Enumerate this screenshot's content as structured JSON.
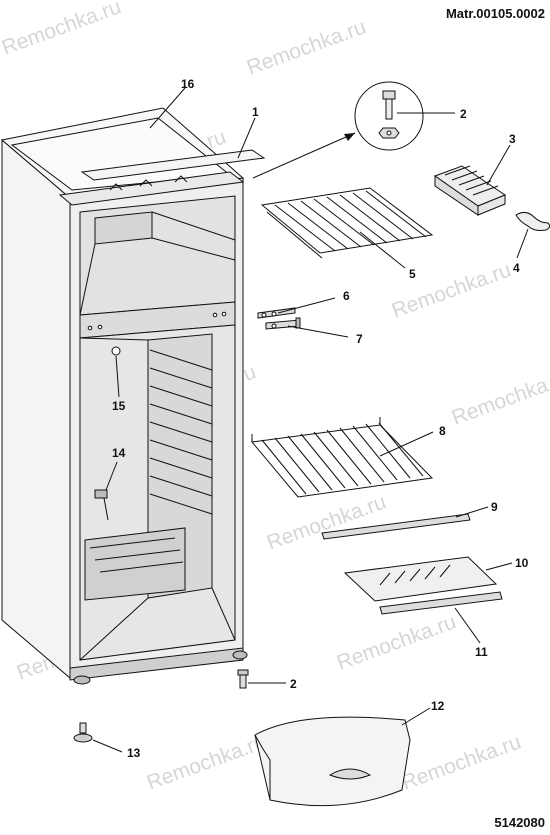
{
  "header": {
    "model": "Matr.00105.0002"
  },
  "footer": {
    "drawing_number": "5142080"
  },
  "watermark": {
    "text": "Remochka.ru"
  },
  "callouts": {
    "c1": "1",
    "c2": "2",
    "c2b": "2",
    "c3": "3",
    "c4": "4",
    "c5": "5",
    "c6": "6",
    "c7": "7",
    "c8": "8",
    "c9": "9",
    "c10": "10",
    "c11": "11",
    "c12": "12",
    "c13": "13",
    "c14": "14",
    "c15": "15",
    "c16": "16"
  }
}
